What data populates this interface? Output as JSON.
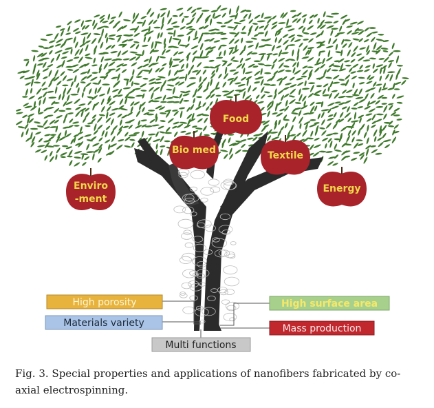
{
  "applications": [
    {
      "name": "food",
      "label": "Food"
    },
    {
      "name": "bio-med",
      "label": "Bio med"
    },
    {
      "name": "textile",
      "label": "Textile"
    },
    {
      "name": "environment",
      "label_line1": "Enviro",
      "label_line2": "-ment"
    },
    {
      "name": "energy",
      "label": "Energy"
    }
  ],
  "properties": [
    {
      "name": "high-porosity",
      "label": "High porosity"
    },
    {
      "name": "materials-variety",
      "label": "Materials variety"
    },
    {
      "name": "multi-functions",
      "label": "Multi functions"
    },
    {
      "name": "high-surface-area",
      "label": "High surface area"
    },
    {
      "name": "mass-production",
      "label": "Mass production"
    }
  ],
  "caption": "Fig. 3. Special properties and applications of nanofibers fabricated by co-axial electrospinning.",
  "colors": {
    "foliage": "#3f7a2c",
    "trunk": "#2b2b2b",
    "apple": "#a8232a",
    "apple_text": "#f2d84a",
    "porosity_box": "#e8b33d",
    "materials_box": "#a9c4e6",
    "functions_box": "#c8c8c8",
    "surface_box": "#a8d08d",
    "production_box": "#c0282e"
  }
}
